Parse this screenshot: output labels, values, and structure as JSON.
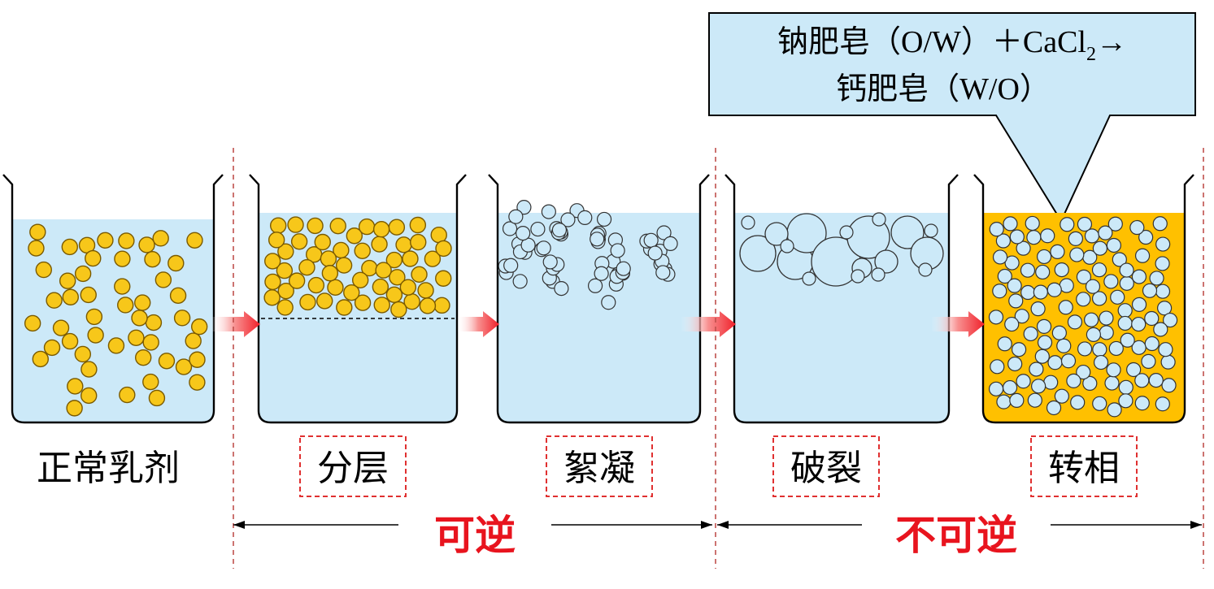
{
  "colors": {
    "liquid": "#cce9f8",
    "oil": "#f7c71a",
    "oil_stroke": "#7a5a00",
    "water_drop": "#cce9f8",
    "beaker_stroke": "#000000",
    "divider": "#c0504d",
    "arrow": "#f0202a",
    "label_box": "#e03030",
    "reversible_text": "#e8141e",
    "inverted_bg": "#ffc000",
    "callout_bg": "#cce9f8"
  },
  "stages": [
    {
      "id": "normal",
      "label": "正常乳剂",
      "boxed": false
    },
    {
      "id": "creaming",
      "label": "分层",
      "boxed": true
    },
    {
      "id": "flocculation",
      "label": "絮凝",
      "boxed": true
    },
    {
      "id": "breaking",
      "label": "破裂",
      "boxed": true
    },
    {
      "id": "inversion",
      "label": "转相",
      "boxed": true
    }
  ],
  "spans": {
    "reversible": "可逆",
    "irreversible": "不可逆"
  },
  "callout": {
    "line1_prefix": "钠肥皂（O/W）＋CaCl",
    "line1_sub": "2",
    "line1_suffix": "→",
    "line2": "钙肥皂（W/O）"
  }
}
